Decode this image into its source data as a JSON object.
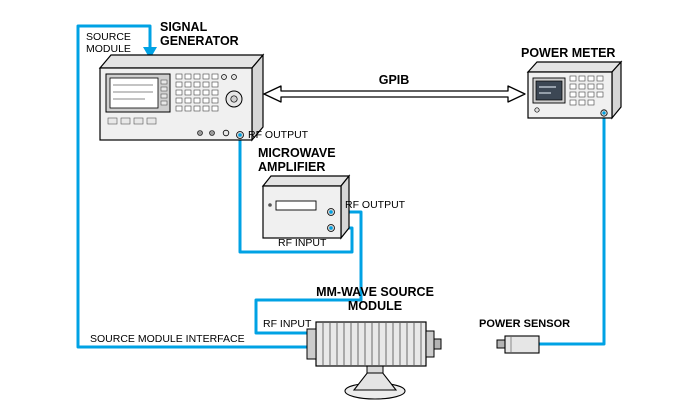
{
  "diagram": {
    "source_module_callout": {
      "line1": "SOURCE",
      "line2": "MODULE"
    },
    "signal_generator": {
      "line1": "SIGNAL",
      "line2": "GENERATOR",
      "rf_output": "RF OUTPUT"
    },
    "power_meter": {
      "label": "POWER METER"
    },
    "gpib": {
      "label": "GPIB"
    },
    "microwave_amplifier": {
      "line1": "MICROWAVE",
      "line2": "AMPLIFIER",
      "rf_output": "RF OUTPUT",
      "rf_input": "RF INPUT"
    },
    "mm_wave_source_module": {
      "line1": "MM-WAVE SOURCE",
      "line2": "MODULE",
      "rf_input": "RF INPUT"
    },
    "power_sensor": {
      "label": "POWER SENSOR"
    },
    "source_module_interface": {
      "label": "SOURCE MODULE INTERFACE"
    },
    "colors": {
      "cable": "#00A2E4",
      "outline": "#000000",
      "panel_light": "#F0F0F0"
    },
    "connections": [
      "signal_generator.source_module_interface -> mm_wave_source_module : SOURCE MODULE INTERFACE",
      "signal_generator.rf_output -> microwave_amplifier.rf_input",
      "microwave_amplifier.rf_output -> mm_wave_source_module.rf_input",
      "signal_generator <-> power_meter : GPIB",
      "power_meter -> power_sensor"
    ]
  }
}
